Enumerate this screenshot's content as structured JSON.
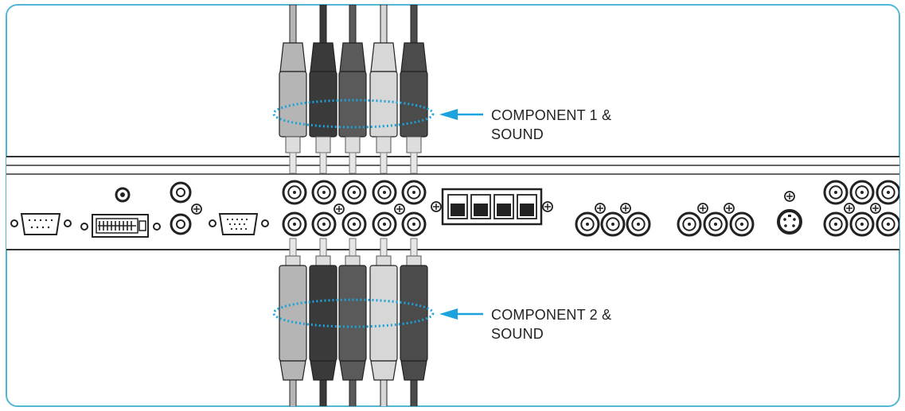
{
  "callouts": [
    {
      "line1": "COMPONENT 1 &",
      "line2": "SOUND"
    },
    {
      "line1": "COMPONENT 2 &",
      "line2": "SOUND"
    }
  ],
  "colors": {
    "frame": "#53b7d4",
    "callout": "#1aa3dc",
    "panel_line": "#333333",
    "plug_light_gray": "#b5b5b5",
    "plug_black": "#3a3a3a",
    "plug_dark_gray": "#5a5a5a",
    "plug_pale_gray": "#d7d7d7",
    "plug_charcoal": "#4b4b4b"
  },
  "icons": {
    "rca_jack": "rca-jack-icon",
    "screw": "screw-icon",
    "dsub": "dsub-connector-icon",
    "dvi": "dvi-connector-icon",
    "svideo": "svideo-jack-icon",
    "speaker": "speaker-terminal-icon",
    "power_jack": "dc-power-jack-icon"
  }
}
